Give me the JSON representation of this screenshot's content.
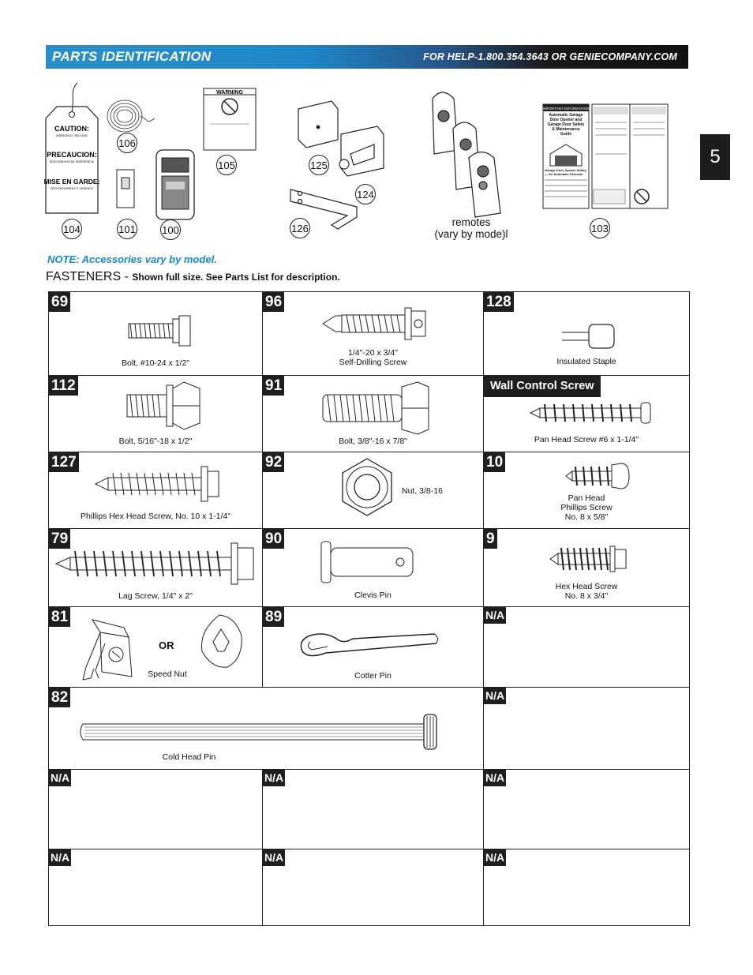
{
  "header": {
    "title": "PARTS IDENTIFICATION",
    "help": "FOR HELP-1.800.354.3643 OR GENIECOMPANY.COM"
  },
  "page_tab": "5",
  "accessories": {
    "callouts": [
      "104",
      "101",
      "100",
      "106",
      "105",
      "125",
      "124",
      "126",
      "103"
    ],
    "caution_tag": {
      "caution": "CAUTION:",
      "caution_sub": "EMERGENCY RELEASE",
      "precaucion": "PRECAUCION:",
      "precaucion_sub": "DESCONEXION DE EMERGENCIA",
      "mise": "MISE EN GARDE:",
      "mise_sub": "DECLENCHEMENT D' URGENCE"
    },
    "warning_label": "WARNING",
    "manual_cover": {
      "header": "IMPORTANT INFORMATION",
      "title": "Automatic Garage Door Opener and Garage Door Safety & Maintenance Guide",
      "footer": "Garage Door System Safety — An Automatic Decision"
    },
    "remotes_line1": "remotes",
    "remotes_line2": "(vary by mode)l"
  },
  "note": "NOTE: Accessories vary by model.",
  "fasteners": {
    "heading": "FASTENERS -",
    "subheading": "Shown full size. See Parts List for description."
  },
  "cells": {
    "c69": {
      "num": "69",
      "label": "Bolt, #10-24 x 1/2\""
    },
    "c96": {
      "num": "96",
      "label1": "1/4\"-20 x 3/4\"",
      "label2": "Self-Drilling Screw"
    },
    "c128": {
      "num": "128",
      "label": "Insulated Staple"
    },
    "c112": {
      "num": "112",
      "label": "Bolt, 5/16\"-18 x 1/2\""
    },
    "c91": {
      "num": "91",
      "label": "Bolt, 3/8\"-16 x 7/8\""
    },
    "cwall": {
      "num": "Wall Control Screw",
      "label": "Pan Head Screw #6 x 1-1/4\""
    },
    "c127": {
      "num": "127",
      "label": "Phillips Hex Head Screw, No. 10 x 1-1/4\""
    },
    "c92": {
      "num": "92",
      "label": "Nut, 3/8-16"
    },
    "c10": {
      "num": "10",
      "label1": "Pan Head",
      "label2": "Phillips Screw",
      "label3": "No. 8 x 5/8\""
    },
    "c79": {
      "num": "79",
      "label": "Lag Screw, 1/4\" x 2\""
    },
    "c90": {
      "num": "90",
      "label": "Clevis Pin"
    },
    "c9": {
      "num": "9",
      "label1": "Hex Head Screw",
      "label2": "No. 8 x 3/4\""
    },
    "c81": {
      "num": "81",
      "or": "OR",
      "label": "Speed Nut"
    },
    "c89": {
      "num": "89",
      "label": "Cotter Pin"
    },
    "c82": {
      "num": "82",
      "label": "Cold Head Pin"
    },
    "na": "N/A"
  }
}
